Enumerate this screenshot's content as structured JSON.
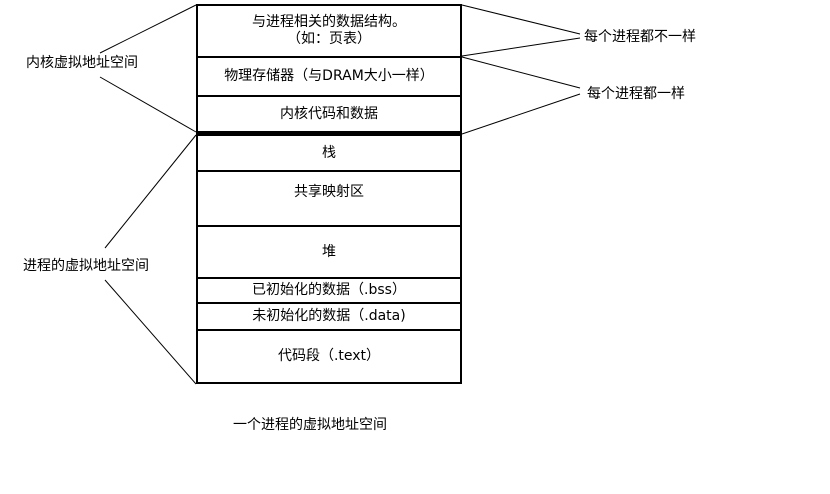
{
  "segments": [
    {
      "line1": "与进程相关的数据结构。",
      "line2": "（如：页表）"
    },
    {
      "text": "物理存储器（与DRAM大小一样）"
    },
    {
      "text": "内核代码和数据"
    },
    {
      "text": "栈"
    },
    {
      "text": "共享映射区"
    },
    {
      "text": "堆"
    },
    {
      "text": "已初始化的数据（.bss）"
    },
    {
      "text": "未初始化的数据（.data)"
    },
    {
      "text": "代码段（.text）"
    }
  ],
  "labels": {
    "kernel_space": "内核虚拟地址空间",
    "process_space": "进程的虚拟地址空间",
    "different_per_process": "每个进程都不一样",
    "same_per_process": "每个进程都一样"
  },
  "caption": "一个进程的虚拟地址空间"
}
